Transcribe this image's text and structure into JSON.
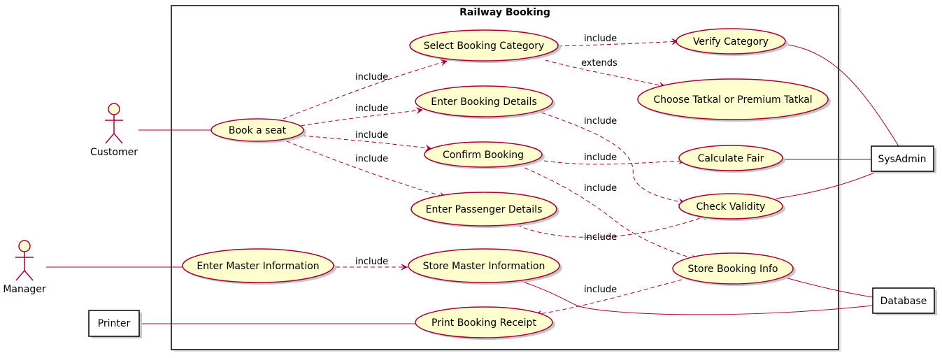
{
  "diagram": {
    "title": "Railway Booking",
    "actors": {
      "customer": "Customer",
      "manager": "Manager"
    },
    "external": {
      "printer": "Printer",
      "sysadmin": "SysAdmin",
      "database": "Database"
    },
    "use_cases": {
      "book_seat": "Book a seat",
      "select_category": "Select Booking Category",
      "verify_category": "Verify Category",
      "choose_tatkal": "Choose Tatkal or Premium Tatkal",
      "enter_booking_details": "Enter Booking Details",
      "confirm_booking": "Confirm Booking",
      "calculate_fair": "Calculate Fair",
      "check_validity": "Check Validity",
      "enter_passenger_details": "Enter Passenger Details",
      "enter_master_info": "Enter Master Information",
      "store_master_info": "Store Master Information",
      "store_booking_info": "Store Booking Info",
      "print_receipt": "Print Booking Receipt"
    },
    "relations": {
      "include": "include",
      "extends": "extends"
    },
    "colors": {
      "stroke": "#A80036",
      "usecase_fill": "#FEFECE",
      "shadow": "#C8C8C8"
    }
  }
}
